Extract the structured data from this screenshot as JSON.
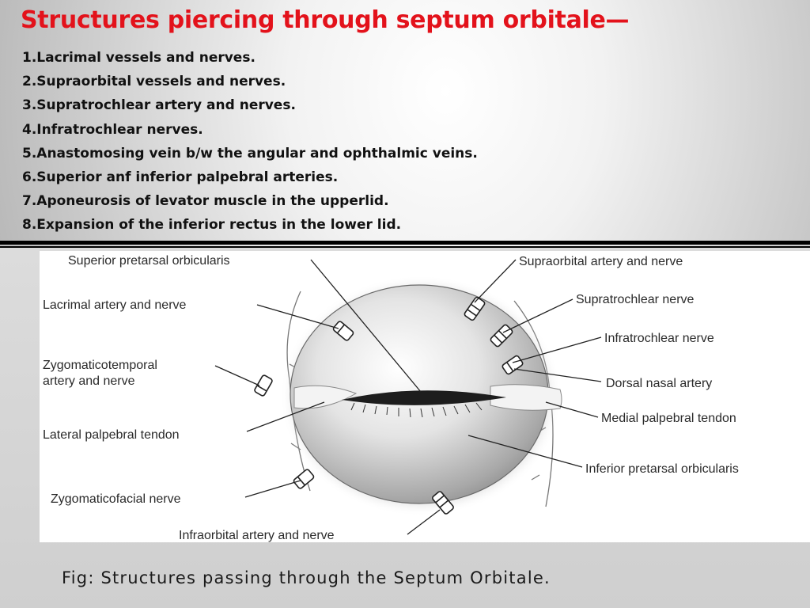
{
  "slide": {
    "title": "Structures piercing through septum orbitale—",
    "items": [
      "1.Lacrimal vessels and nerves.",
      "2.Supraorbital vessels and nerves.",
      "3.Supratrochlear artery and nerves.",
      "4.Infratrochlear nerves.",
      "5.Anastomosing vein b/w the angular and ophthalmic veins.",
      "6.Superior anf inferior palpebral arteries.",
      "7.Aponeurosis of levator muscle in the upperlid.",
      "8.Expansion of the inferior rectus in the lower lid."
    ]
  },
  "figure": {
    "labels": {
      "superior_pretarsal": "Superior pretarsal orbicularis",
      "lacrimal": "Lacrimal artery and nerve",
      "zygomaticotemporal_1": "Zygomaticotemporal",
      "zygomaticotemporal_2": "artery and nerve",
      "lateral_palpebral": "Lateral palpebral tendon",
      "zygomaticofacial": "Zygomaticofacial nerve",
      "infraorbital": "Infraorbital artery and nerve",
      "supraorbital": "Supraorbital artery and nerve",
      "supratrochlear": "Supratrochlear nerve",
      "infratrochlear": "Infratrochlear nerve",
      "dorsal_nasal": "Dorsal nasal artery",
      "medial_palpebral": "Medial palpebral tendon",
      "inferior_pretarsal": "Inferior pretarsal orbicularis"
    },
    "caption": "Fig: Structures passing through the Septum Orbitale."
  }
}
